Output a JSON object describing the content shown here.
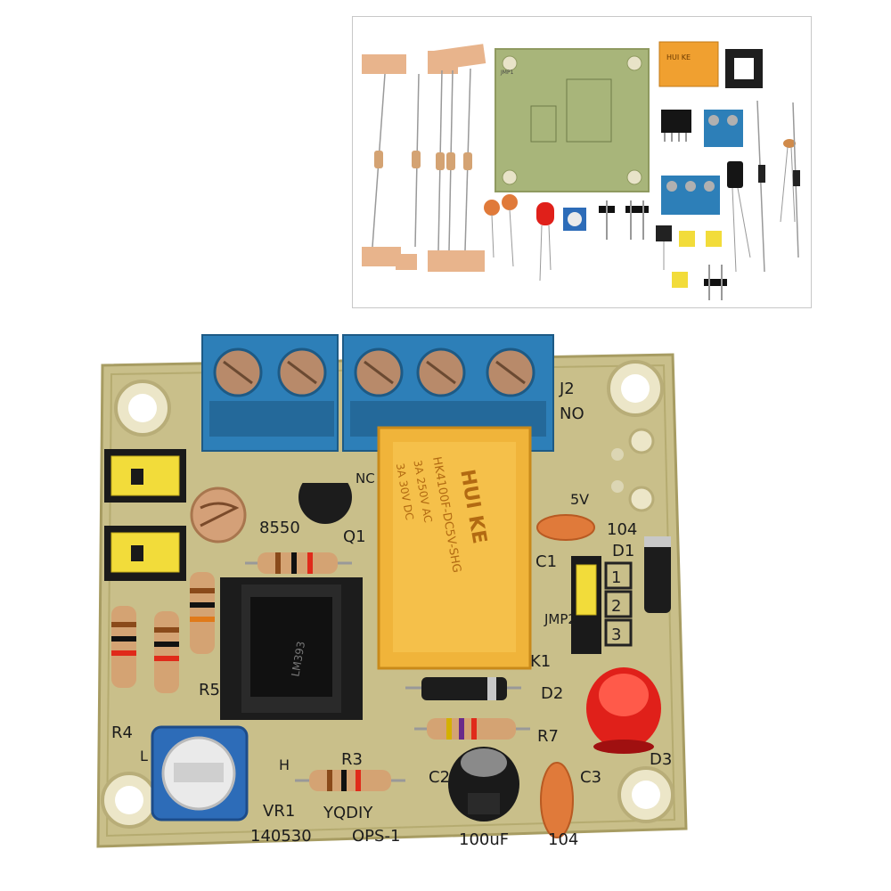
{
  "kit_inset": {
    "pcb_label": "JMP1",
    "relay_label": "HUI KE"
  },
  "board": {
    "labels": {
      "j2": "J2",
      "no": "NO",
      "nc": "NC",
      "supply": "5V",
      "c1_value": "104",
      "d1": "D1",
      "c1": "C1",
      "jmp2": "JMP2",
      "jmp_pins": [
        "1",
        "2",
        "3"
      ],
      "k1": "K1",
      "d2": "D2",
      "r7": "R7",
      "d3": "D3",
      "c3": "C3",
      "c3_value": "104",
      "c2": "C2",
      "c2_value": "100uF",
      "r3": "R3",
      "brand": "YQDIY",
      "model": "OPS-1",
      "vr1": "VR1",
      "date_code": "140530",
      "r4": "R4",
      "r5": "R5",
      "q1": "Q1",
      "transistor": "8550",
      "h": "H",
      "l": "L"
    },
    "relay": {
      "brand": "HUI KE",
      "model": "HK4100F-DC5V-SHG",
      "rating1": "3A 250V AC",
      "rating2": "3A 30V DC"
    },
    "ic_marking": "LM393"
  },
  "colors": {
    "pcb": "#c9bf8a",
    "pcb_green": "#a8b57a",
    "terminal_blue": "#2d7fb8",
    "relay_orange": "#f0b43a",
    "jumper_yellow": "#f2dc3a",
    "led_red": "#e0201a",
    "capacitor_orange": "#e07a3a"
  }
}
